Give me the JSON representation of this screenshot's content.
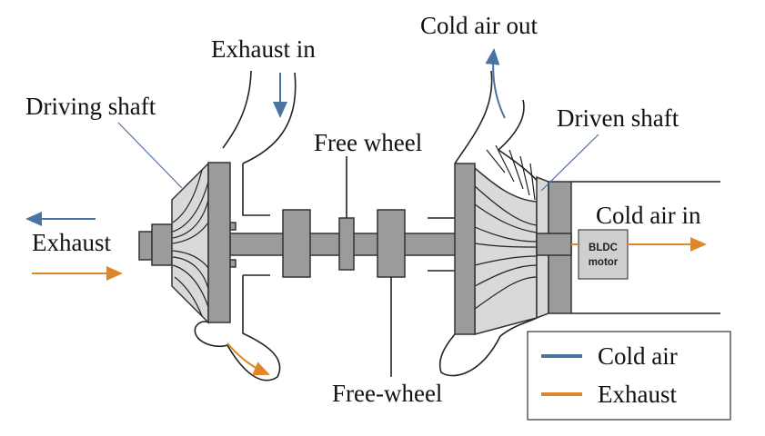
{
  "labels": {
    "exhaust_in": "Exhaust in",
    "cold_air_out": "Cold air out",
    "driving_shaft": "Driving shaft",
    "free_wheel_top": "Free wheel",
    "driven_shaft": "Driven shaft",
    "cold_air_in": "Cold air in",
    "exhaust": "Exhaust",
    "free_wheel_bottom": "Free-wheel",
    "motor_line1": "BLDC",
    "motor_line2": "motor"
  },
  "legend": {
    "items": [
      {
        "label": "Cold air",
        "color": "#4a73a0"
      },
      {
        "label": "Exhaust",
        "color": "#e0862a"
      }
    ]
  },
  "colors": {
    "cold_air": "#4a73a0",
    "exhaust": "#e0862a",
    "metal_dark": "#9b9b9b",
    "metal_light": "#d9d9d9"
  }
}
